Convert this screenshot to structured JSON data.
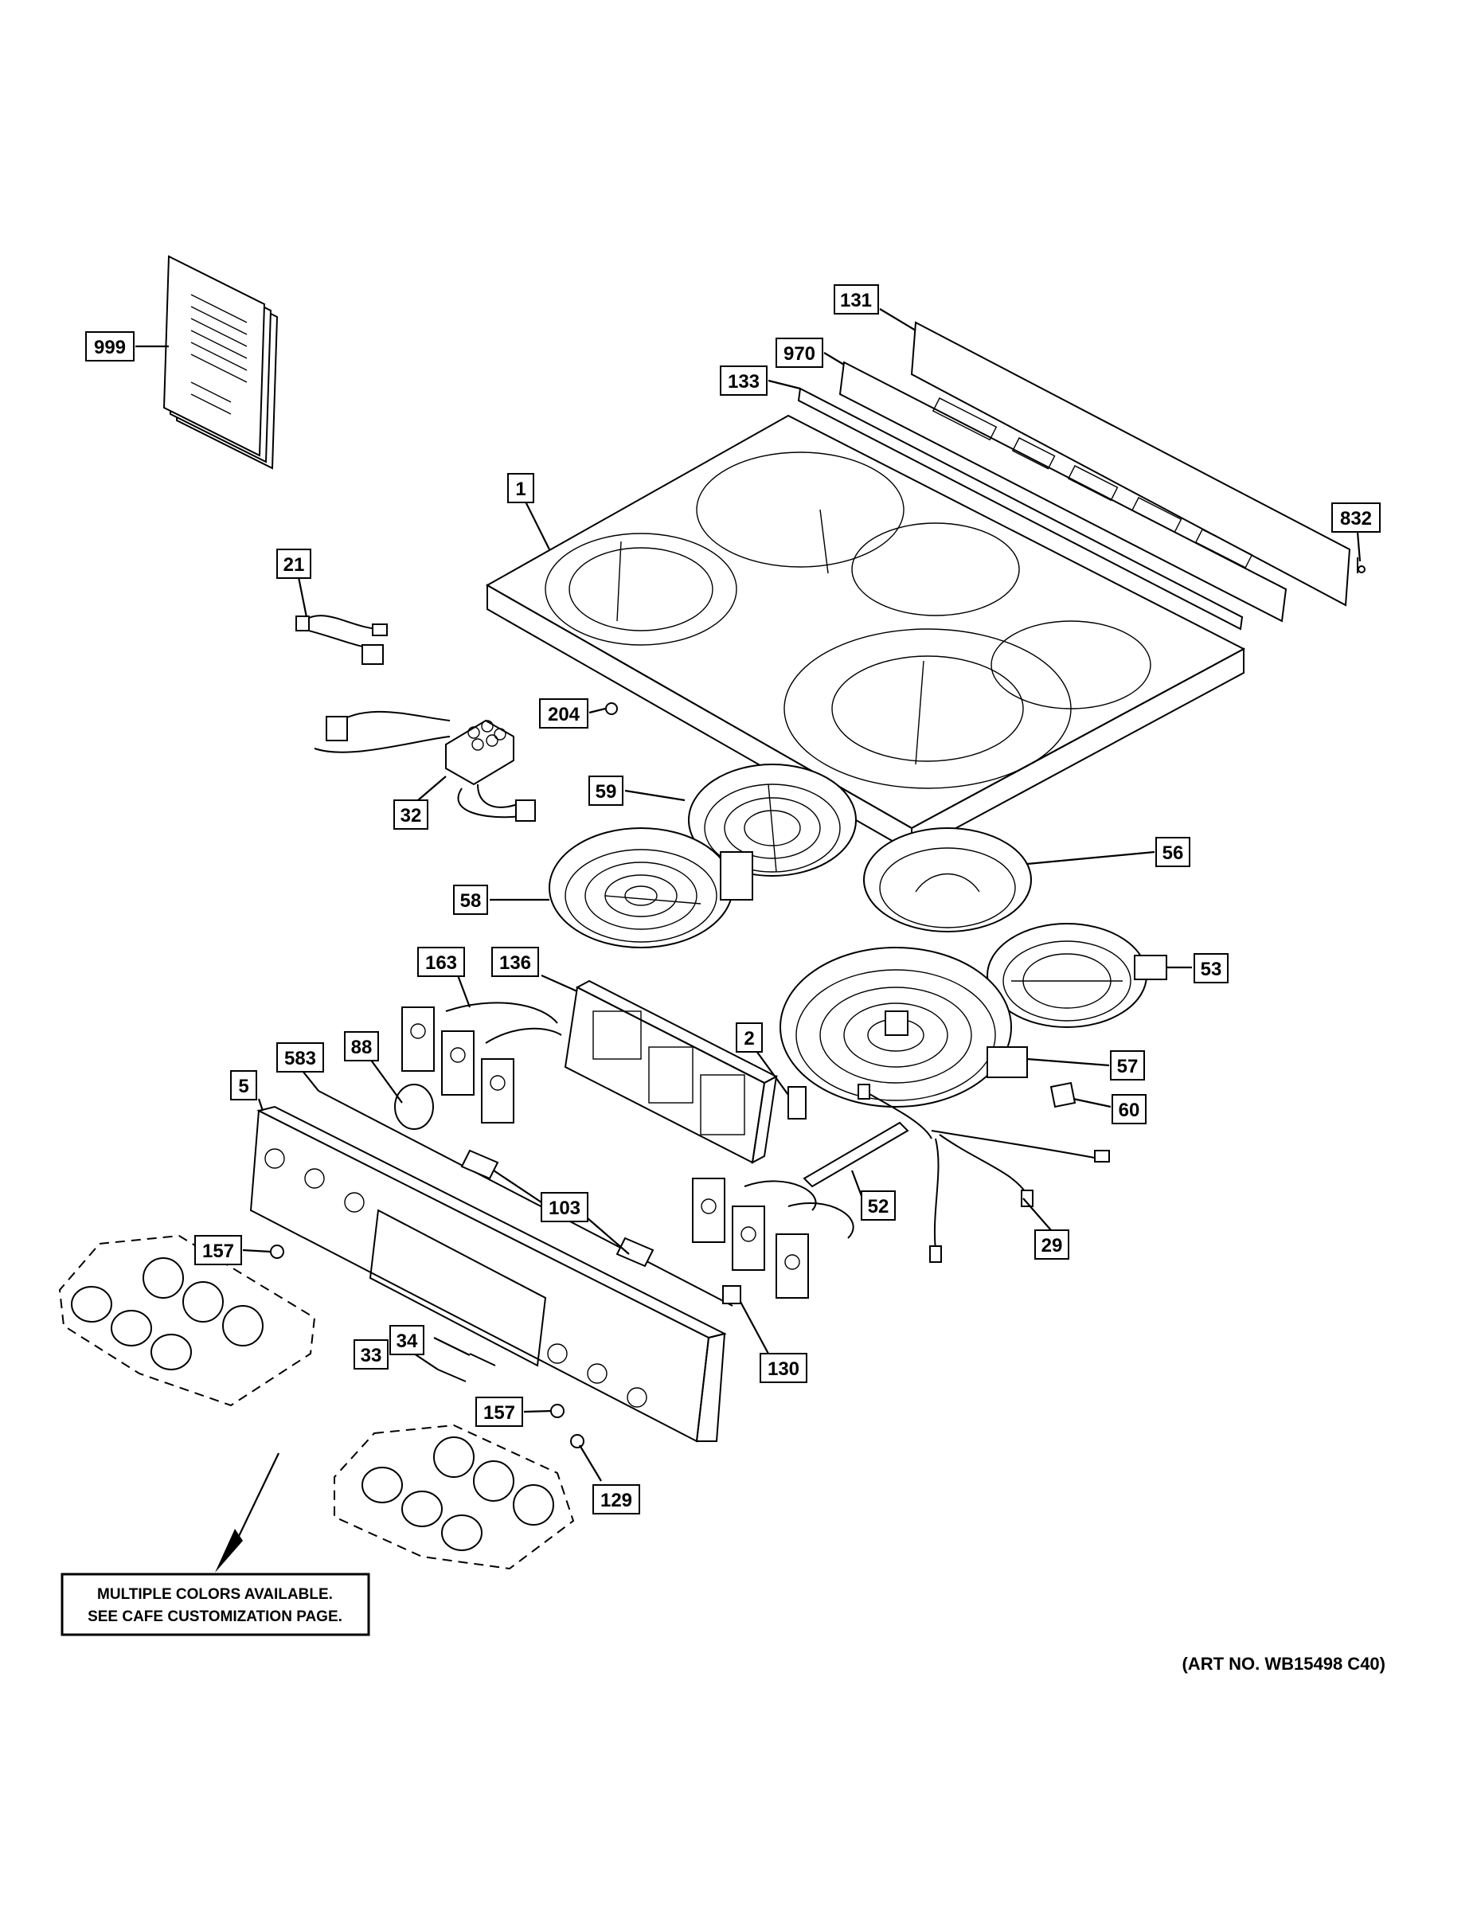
{
  "callouts": [
    "999",
    "131",
    "970",
    "133",
    "1",
    "832",
    "21",
    "204",
    "32",
    "59",
    "56",
    "58",
    "163",
    "136",
    "53",
    "2",
    "88",
    "583",
    "57",
    "5",
    "60",
    "103",
    "52",
    "157",
    "29",
    "130",
    "33",
    "34",
    "157",
    "129"
  ],
  "note": {
    "line1": "MULTIPLE COLORS AVAILABLE.",
    "line2": "SEE CAFE CUSTOMIZATION PAGE."
  },
  "art_number": "(ART NO. WB15498 C40)"
}
